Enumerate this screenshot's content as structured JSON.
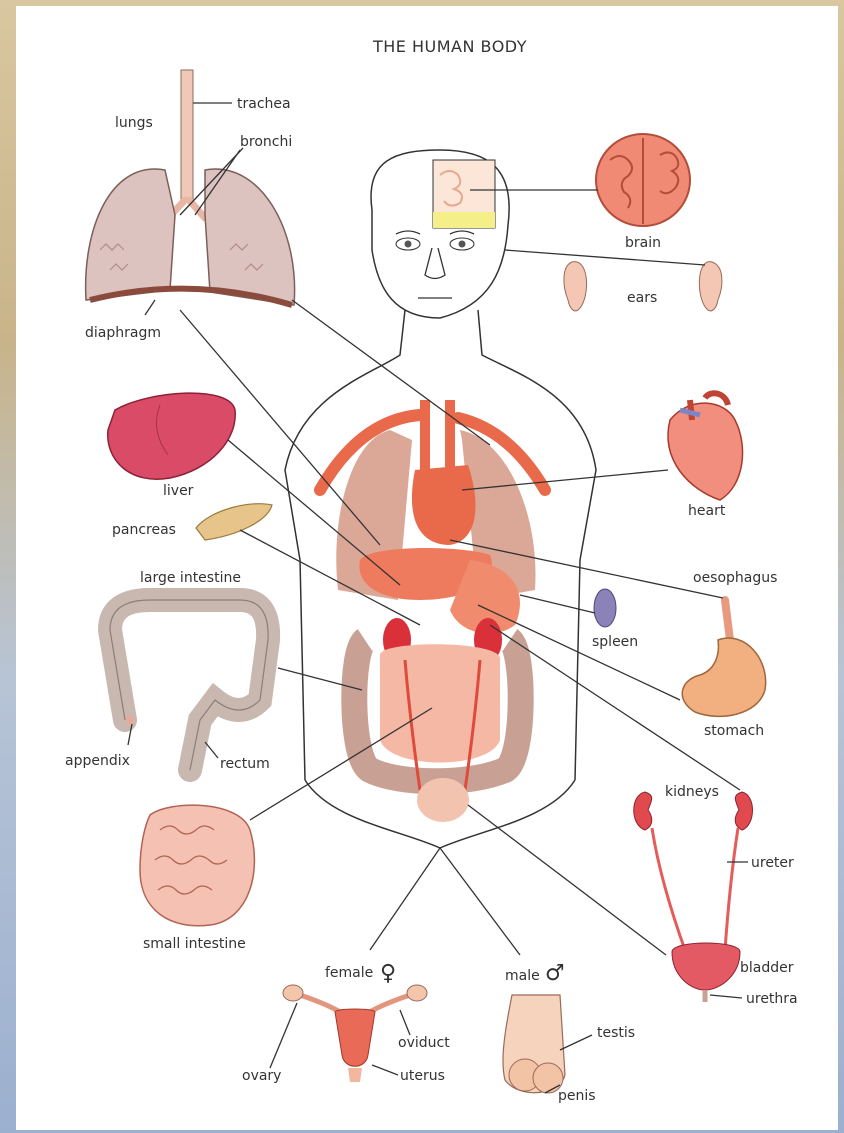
{
  "title": "THE HUMAN BODY",
  "labels": {
    "trachea": "trachea",
    "lungs": "lungs",
    "bronchi": "bronchi",
    "diaphragm": "diaphragm",
    "brain": "brain",
    "ears": "ears",
    "liver": "liver",
    "pancreas": "pancreas",
    "heart": "heart",
    "large_intestine": "large intestine",
    "oesophagus": "oesophagus",
    "spleen": "spleen",
    "stomach": "stomach",
    "appendix": "appendix",
    "rectum": "rectum",
    "kidneys": "kidneys",
    "ureter": "ureter",
    "small_intestine": "small intestine",
    "bladder": "bladder",
    "urethra": "urethra",
    "female": "female",
    "male": "male",
    "oviduct": "oviduct",
    "ovary": "ovary",
    "uterus": "uterus",
    "testis": "testis",
    "penis": "penis"
  },
  "symbols": {
    "female": "♀",
    "male": "♂"
  },
  "colors": {
    "organ_red": "#e86a4a",
    "organ_pink": "#e9a592",
    "organ_tan": "#c9a194",
    "liver": "#d94b66",
    "pancreas": "#e6c48a",
    "spleen": "#8b83b8",
    "brain": "#e9826f",
    "intestine_gray": "#c8b8b0"
  }
}
